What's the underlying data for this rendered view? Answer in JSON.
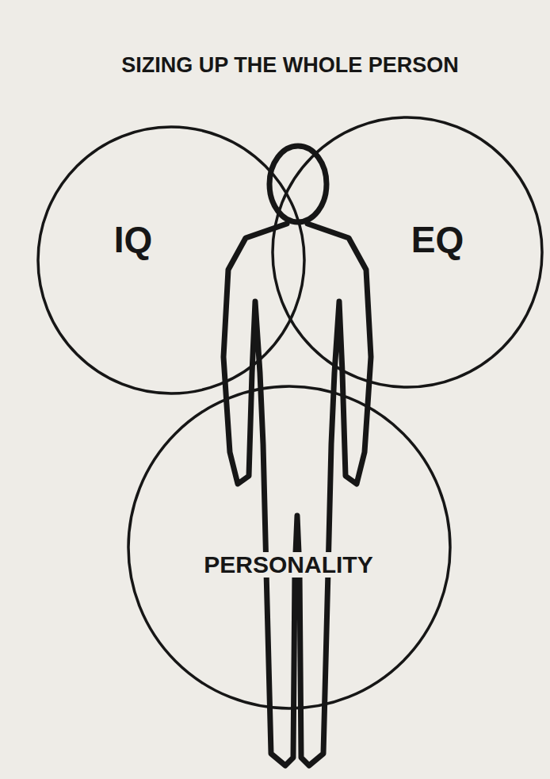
{
  "diagram": {
    "title": "SIZING UP THE WHOLE PERSON",
    "nodes": [
      {
        "text": [
          "IQ"
        ]
      },
      {
        "text": [
          "EQ"
        ]
      },
      {
        "text": [
          "PERSONALITY"
        ]
      }
    ]
  }
}
